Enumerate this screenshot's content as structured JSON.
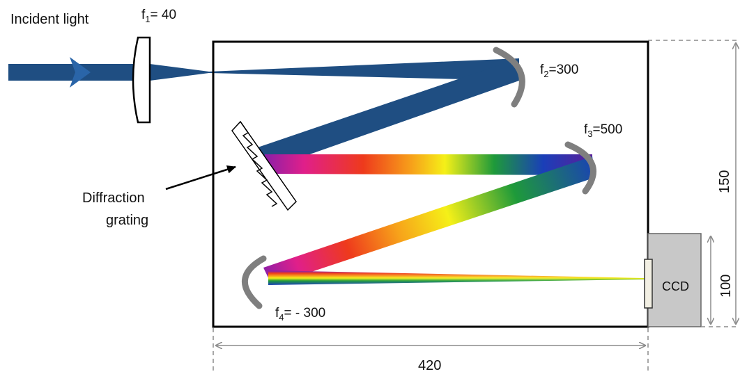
{
  "labels": {
    "incident_light": "Incident light",
    "diffraction_grating_line1": "Diffraction",
    "diffraction_grating_line2": "grating",
    "ccd": "CCD"
  },
  "focal_lengths": {
    "f1": {
      "letter": "f",
      "sub": "1",
      "value": "= 40"
    },
    "f2": {
      "letter": "f",
      "sub": "2",
      "value": "=300"
    },
    "f3": {
      "letter": "f",
      "sub": "3",
      "value": "=500"
    },
    "f4": {
      "letter": "f",
      "sub": "4",
      "value": "= - 300"
    }
  },
  "dimensions": {
    "width": "420",
    "height": "150",
    "ccd_height": "100"
  },
  "colors": {
    "beam": "#1f4e82",
    "mirror": "#7f7f7f",
    "ccd_box": "#c8c8c8",
    "frame": "#000000",
    "dimension_line": "#8c8c8c"
  }
}
